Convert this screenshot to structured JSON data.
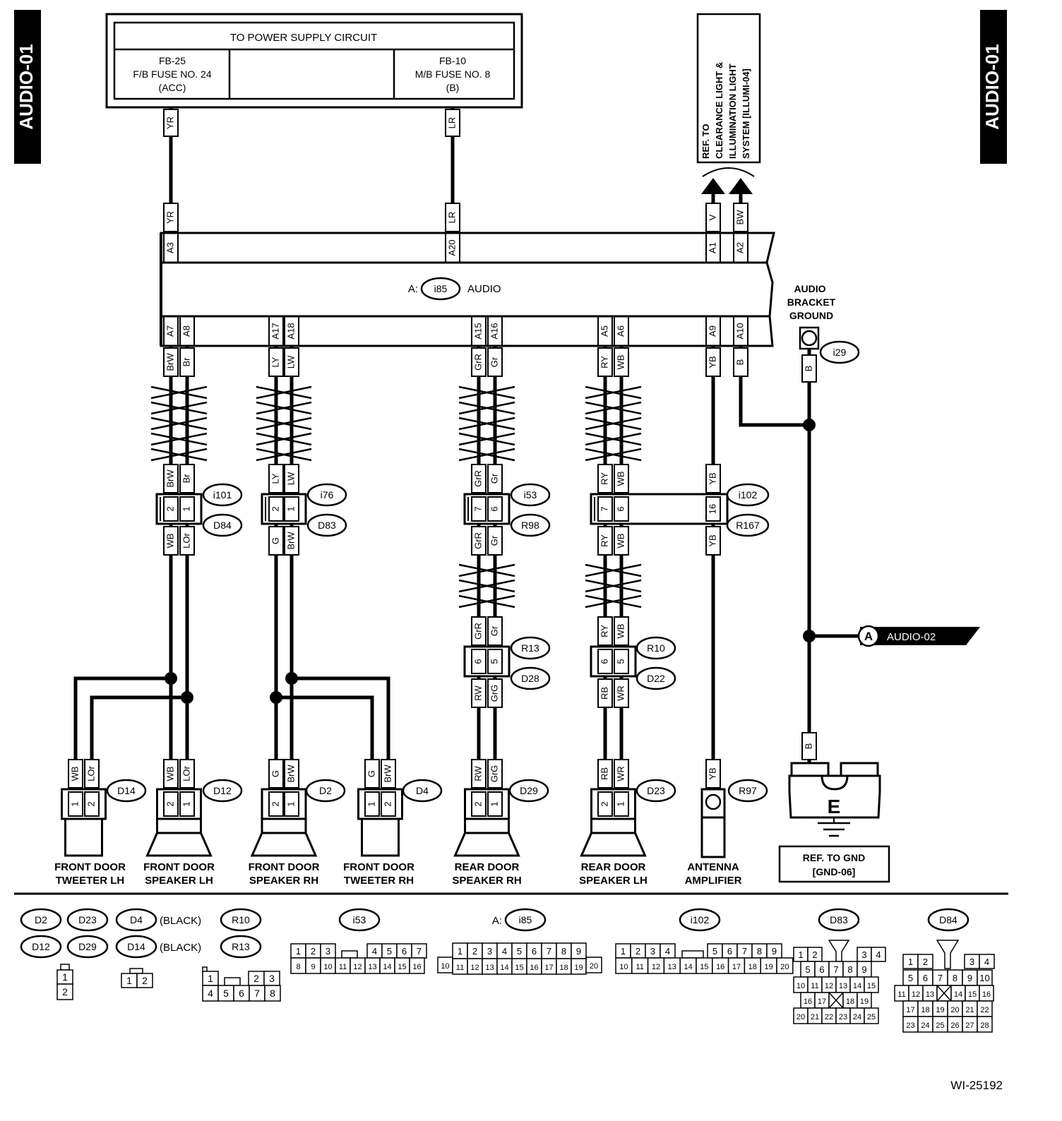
{
  "page_code": "AUDIO-01",
  "figure_id": "WI-25192",
  "power_box": {
    "title": "TO POWER SUPPLY CIRCUIT",
    "left": [
      "FB-25",
      "F/B FUSE NO. 24",
      "(ACC)"
    ],
    "right": [
      "FB-10",
      "M/B FUSE NO. 8",
      "(B)"
    ]
  },
  "ref_illum": [
    "REF. TO",
    "CLEARANCE LIGHT &",
    "ILLUMINATION LIGHT",
    "SYSTEM [ILLUMI-04]"
  ],
  "audio": {
    "prefix": "A:",
    "connector": "i85",
    "label": "AUDIO"
  },
  "top_pins": [
    {
      "pin": "A3",
      "wire": "YR"
    },
    {
      "pin": "A20",
      "wire": "LR"
    },
    {
      "pin": "A1",
      "wire": "V"
    },
    {
      "pin": "A2",
      "wire": "BW"
    }
  ],
  "bottom_pins": [
    "A7",
    "A8",
    "A17",
    "A18",
    "A15",
    "A16",
    "A5",
    "A6",
    "A9",
    "A10"
  ],
  "wire_top": [
    "BrW",
    "Br",
    "LY",
    "LW",
    "GrR",
    "Gr",
    "RY",
    "WB",
    "YB",
    "B"
  ],
  "bracket_ground": {
    "lines": [
      "AUDIO",
      "BRACKET",
      "GROUND"
    ],
    "connector": "i29",
    "wire": "B"
  },
  "inline": [
    {
      "top": "i101",
      "bottom": "D84",
      "pins": [
        "2",
        "1"
      ],
      "wires_above": [
        "BrW",
        "Br"
      ],
      "wires_below": [
        "WB",
        "LOr"
      ]
    },
    {
      "top": "i76",
      "bottom": "D83",
      "pins": [
        "2",
        "1"
      ],
      "wires_above": [
        "LY",
        "LW"
      ],
      "wires_below": [
        "G",
        "BrW"
      ]
    },
    {
      "top": "i53",
      "bottom": "R98",
      "pins": [
        "7",
        "6"
      ],
      "wires_above": [
        "GrR",
        "Gr"
      ],
      "wires_below": [
        "GrR",
        "Gr"
      ]
    },
    {
      "top": "i102",
      "bottom": "R167",
      "pins": [
        "7",
        "6",
        "16"
      ],
      "wires_above": [
        "RY",
        "WB",
        "YB"
      ],
      "wires_below": [
        "RY",
        "WB",
        "YB"
      ]
    }
  ],
  "inline2": [
    {
      "top": "R13",
      "bottom": "D28",
      "pins": [
        "6",
        "5"
      ],
      "wires_above": [
        "GrR",
        "Gr"
      ],
      "wires_below": [
        "RW",
        "GrG"
      ]
    },
    {
      "top": "R10",
      "bottom": "D22",
      "pins": [
        "6",
        "5"
      ],
      "wires_above": [
        "RY",
        "WB"
      ],
      "wires_below": [
        "RB",
        "WR"
      ]
    }
  ],
  "ref_a": {
    "letter": "A",
    "label": "AUDIO-02"
  },
  "ground": {
    "wire": "B",
    "letter": "E",
    "ref": [
      "REF. TO GND",
      "[GND-06]"
    ]
  },
  "components": [
    {
      "conn": "D14",
      "pins": [
        "1",
        "2"
      ],
      "wires": [
        "WB",
        "LOr"
      ],
      "name": [
        "FRONT DOOR",
        "TWEETER LH"
      ]
    },
    {
      "conn": "D12",
      "pins": [
        "2",
        "1"
      ],
      "wires": [
        "WB",
        "LOr"
      ],
      "name": [
        "FRONT DOOR",
        "SPEAKER LH"
      ]
    },
    {
      "conn": "D2",
      "pins": [
        "2",
        "1"
      ],
      "wires": [
        "G",
        "BrW"
      ],
      "name": [
        "FRONT DOOR",
        "SPEAKER RH"
      ]
    },
    {
      "conn": "D4",
      "pins": [
        "1",
        "2"
      ],
      "wires": [
        "G",
        "BrW"
      ],
      "name": [
        "FRONT DOOR",
        "TWEETER RH"
      ]
    },
    {
      "conn": "D29",
      "pins": [
        "2",
        "1"
      ],
      "wires": [
        "RW",
        "GrG"
      ],
      "name": [
        "REAR DOOR",
        "SPEAKER RH"
      ]
    },
    {
      "conn": "D23",
      "pins": [
        "2",
        "1"
      ],
      "wires": [
        "RB",
        "WR"
      ],
      "name": [
        "REAR DOOR",
        "SPEAKER LH"
      ]
    },
    {
      "conn": "R97",
      "pins": [],
      "wires": [
        "YB"
      ],
      "name": [
        "ANTENNA",
        "AMPLIFIER"
      ]
    }
  ],
  "legend": {
    "group1": [
      "D2",
      "D23",
      "D12",
      "D29"
    ],
    "group2": [
      "D4",
      "D14"
    ],
    "black": "(BLACK)",
    "group3": [
      "R10",
      "R13"
    ],
    "i53": "i53",
    "i85_prefix": "A:",
    "i85": "i85",
    "i102": "i102",
    "d83": "D83",
    "d84": "D84"
  }
}
